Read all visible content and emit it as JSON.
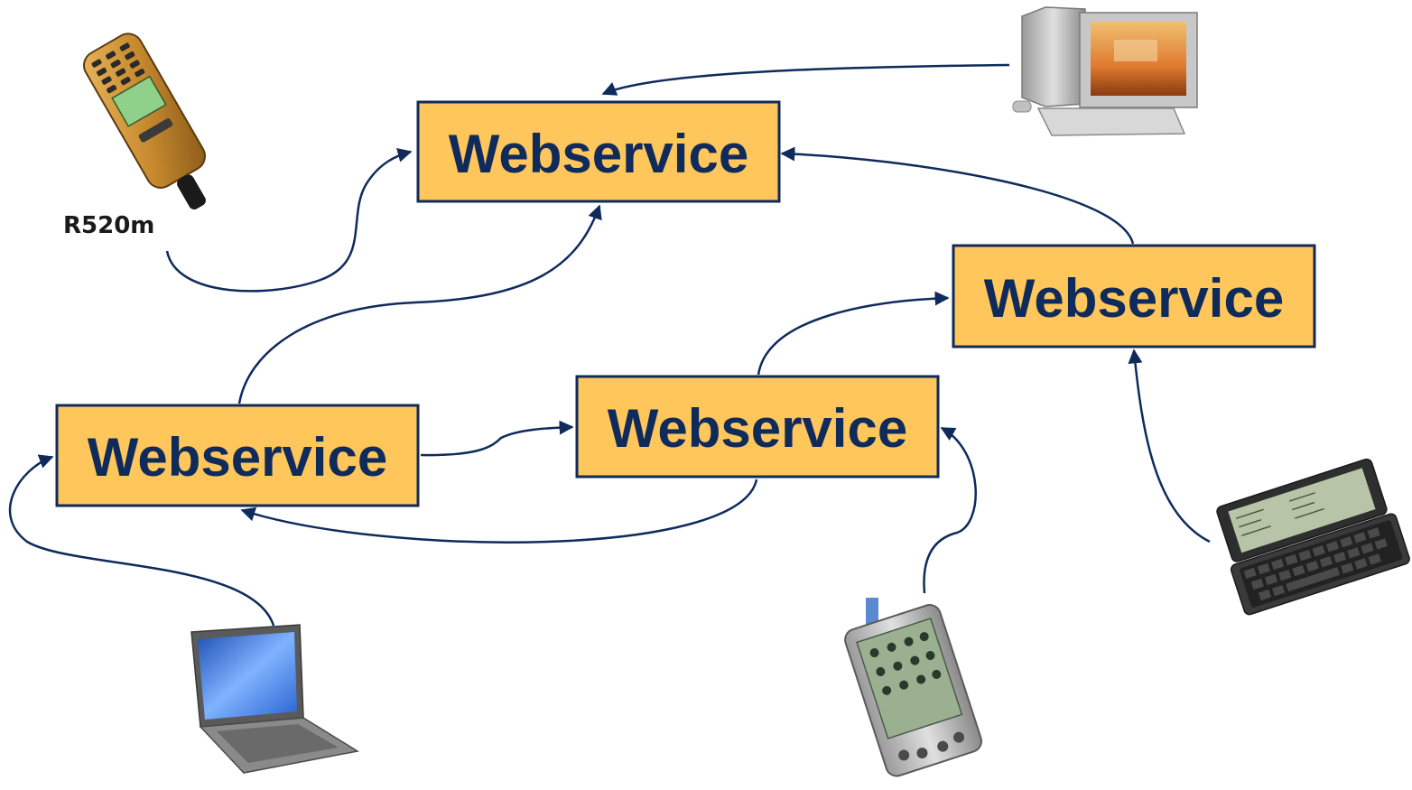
{
  "nodes": [
    {
      "label": "Webservice"
    },
    {
      "label": "Webservice"
    },
    {
      "label": "Webservice"
    },
    {
      "label": "Webservice"
    }
  ],
  "devices": {
    "phone_label": "R520m",
    "phone": "mobile-phone-icon",
    "desktop": "desktop-computer-icon",
    "laptop": "laptop-icon",
    "pda": "pda-icon",
    "handheld": "handheld-computer-icon"
  },
  "colors": {
    "box_fill": "#ffc65c",
    "box_border": "#0f2b5c",
    "text": "#0f2b5c",
    "arrow": "#0f2b5c"
  }
}
